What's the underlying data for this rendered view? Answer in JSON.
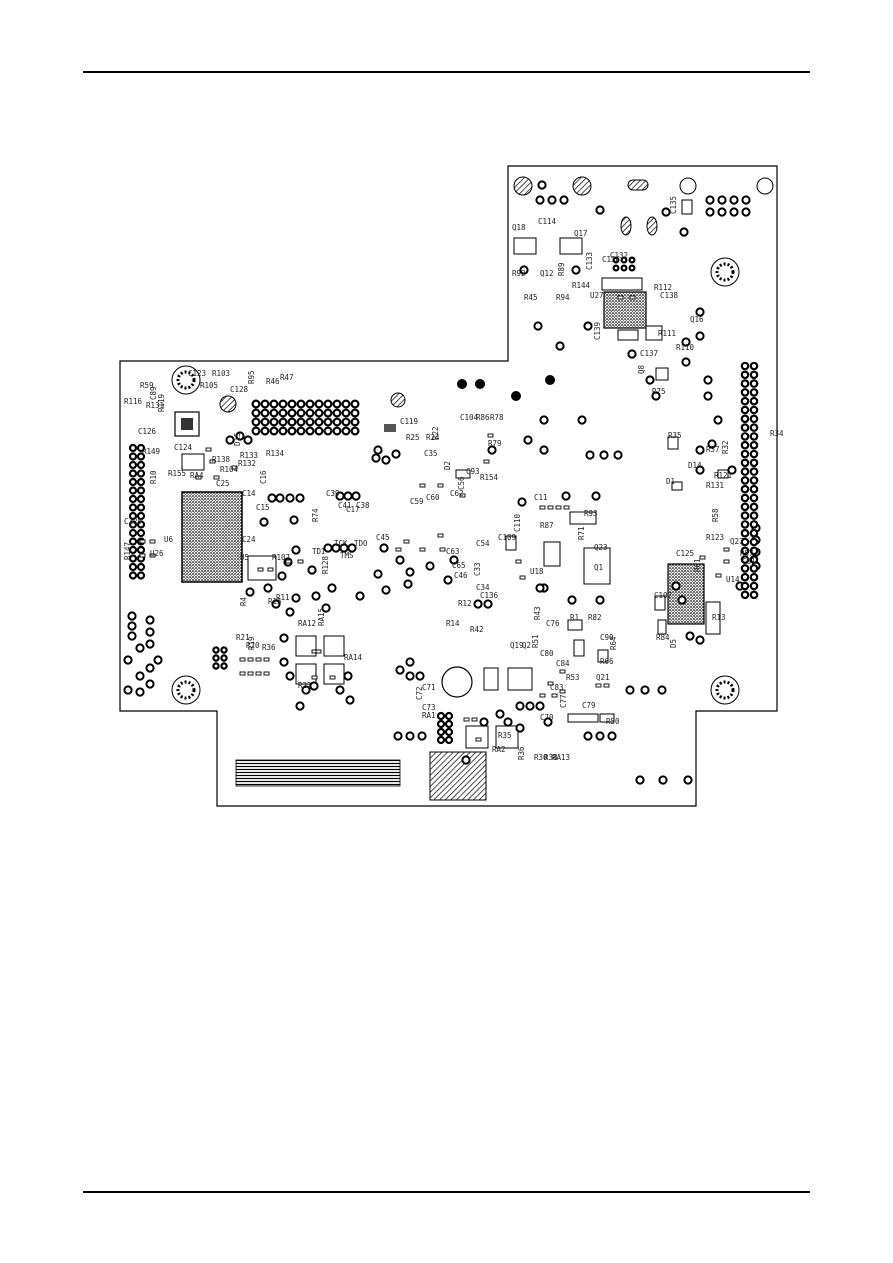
{
  "page": {
    "figure": "PCB component placement drawing (bottom side)"
  },
  "labels": {
    "refdes": [
      "C114",
      "C135",
      "Q18",
      "Q17",
      "R92",
      "Q12",
      "R89",
      "R45",
      "R144",
      "R94",
      "U27",
      "C133",
      "C136",
      "C132",
      "R112",
      "C138",
      "C139",
      "Q16",
      "R111",
      "C137",
      "R110",
      "Q8",
      "R75",
      "R116",
      "R59",
      "R131",
      "C89",
      "C123",
      "C128",
      "R105",
      "R103",
      "R95",
      "R46",
      "R47",
      "C119",
      "C17",
      "R119",
      "C126",
      "R149",
      "C124",
      "R134",
      "D15",
      "R133",
      "R132",
      "R104",
      "R138",
      "R10",
      "R155",
      "RA4",
      "C25",
      "C14",
      "C16",
      "C15",
      "C129",
      "U6",
      "U26",
      "R147",
      "C24",
      "U5",
      "R107",
      "R11",
      "R4",
      "R15",
      "C39",
      "C41",
      "C38",
      "R74",
      "TDI",
      "TCK",
      "TDO",
      "TMS",
      "R128",
      "C45",
      "C59",
      "C60",
      "C62",
      "C56",
      "C63",
      "C65",
      "C54",
      "C46",
      "C33",
      "C34",
      "C136",
      "R25",
      "R24",
      "R22",
      "C104",
      "R86",
      "R78",
      "C35",
      "D2",
      "C93",
      "R79",
      "R154",
      "C109",
      "C110",
      "C11",
      "R87",
      "R93",
      "U18",
      "R71",
      "Q23",
      "Q1",
      "R35",
      "R37",
      "R32",
      "D14",
      "D1",
      "R121",
      "R131",
      "R58",
      "Q27",
      "R123",
      "R57",
      "C81",
      "R61",
      "U14",
      "C125",
      "C107",
      "R84",
      "D5",
      "R13",
      "R12",
      "R14",
      "R42",
      "R43",
      "C76",
      "R1",
      "R82",
      "C90",
      "R64",
      "R66",
      "Q21",
      "Q19",
      "Q2",
      "R51",
      "C80",
      "C84",
      "R53",
      "C83",
      "C77",
      "C79",
      "R50",
      "C70",
      "C71",
      "C72",
      "C73",
      "RA1",
      "RA2",
      "R35",
      "R36",
      "R30",
      "R38",
      "RA13",
      "RA12",
      "RA15",
      "RA14",
      "R22",
      "R21",
      "R20",
      "R19",
      "R36",
      "R34"
    ]
  },
  "icons": {
    "board": "pcb-outline",
    "hatched": "hatched-pad-area"
  }
}
